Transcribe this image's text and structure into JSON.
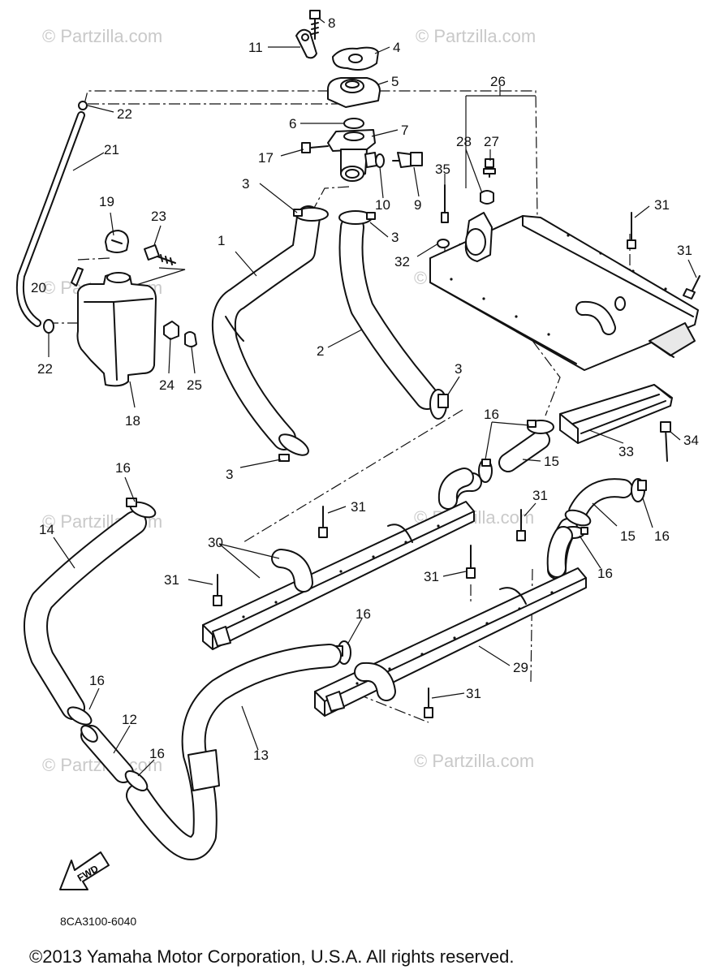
{
  "watermarks": [
    {
      "text": "© Partzilla.com"
    },
    {
      "text": "© Partzilla.com"
    },
    {
      "text": "© Partzilla.com"
    },
    {
      "text": "© Partzilla.com"
    },
    {
      "text": "© Partzilla.com"
    },
    {
      "text": "© Partzilla.com"
    },
    {
      "text": "© Partzilla.com"
    },
    {
      "text": "© Partzilla.com"
    }
  ],
  "callouts": [
    "1",
    "2",
    "3",
    "3",
    "3",
    "3",
    "4",
    "5",
    "6",
    "7",
    "8",
    "9",
    "10",
    "11",
    "12",
    "13",
    "14",
    "15",
    "15",
    "16",
    "16",
    "16",
    "16",
    "16",
    "16",
    "16",
    "17",
    "18",
    "19",
    "20",
    "21",
    "22",
    "22",
    "23",
    "24",
    "25",
    "26",
    "27",
    "28",
    "29",
    "30",
    "31",
    "31",
    "31",
    "31",
    "31",
    "31",
    "31",
    "32",
    "33",
    "34",
    "35"
  ],
  "fwd_label": "FWD",
  "diagram_code": "8CA3100-6040",
  "copyright": "©2013  Yamaha Motor Corporation, U.S.A. All rights reserved."
}
